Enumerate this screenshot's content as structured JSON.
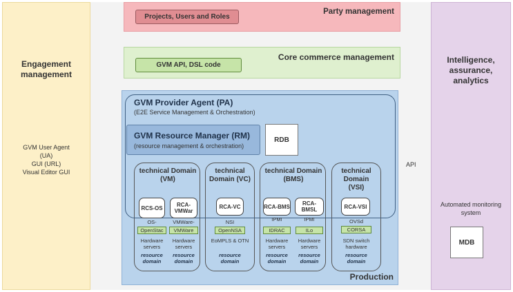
{
  "engagement": {
    "title": "Engagement management",
    "items": [
      "GVM User Agent",
      "(UA)",
      "GUI (URL)",
      "Visual Editor GUI"
    ]
  },
  "party": {
    "title": "Party management",
    "pill": "Projects, Users and Roles"
  },
  "core": {
    "title": "Core commerce management",
    "pill": "GVM API, DSL code"
  },
  "production": {
    "title": "Production"
  },
  "provider_agent": {
    "title": "GVM Provider Agent (PA)",
    "subtitle": "(E2E Service Management & Orchestration)"
  },
  "resource_manager": {
    "title": "GVM Resource Manager (RM)",
    "subtitle": "(resource management & orchestration)"
  },
  "rdb": "RDB",
  "api": "API",
  "intelligence": {
    "title": "Intelligence, assurance, analytics",
    "monitoring": "Automated monitoring system",
    "mdb": "MDB"
  },
  "domains": [
    {
      "title": "technical Domain (VM)",
      "cols": [
        {
          "rca": "RCS-OS",
          "label": "OS-",
          "box": "OpenStac",
          "desc": "Hardware servers",
          "rd": "resource domain"
        },
        {
          "rca": "RCA-VMWar",
          "label": "VMWare-",
          "box": "VMWare",
          "desc": "Hardware servers",
          "rd": "resource domain"
        }
      ]
    },
    {
      "title": "technical Domain (VC)",
      "cols": [
        {
          "rca": "RCA-VC",
          "label": "NSI",
          "box": "OpenNSA",
          "desc": "EoMPLS & OTN",
          "rd": "resource domain"
        }
      ]
    },
    {
      "title": "technical Domain (BMS)",
      "cols": [
        {
          "rca": "RCA-BMS",
          "label": "IPMI",
          "box": "IDRAC",
          "desc": "Hardware servers",
          "rd": "resource domain"
        },
        {
          "rca": "RCA-BMSL",
          "label": "IPMI",
          "box": "ILo",
          "desc": "Hardware servers",
          "rd": "resource domain"
        }
      ]
    },
    {
      "title": "technical Domain (VSI)",
      "cols": [
        {
          "rca": "RCA-VSI",
          "label": "OVSd",
          "box": "CORSA",
          "desc": "SDN switch hardware",
          "rd": "resource domain"
        }
      ]
    }
  ]
}
